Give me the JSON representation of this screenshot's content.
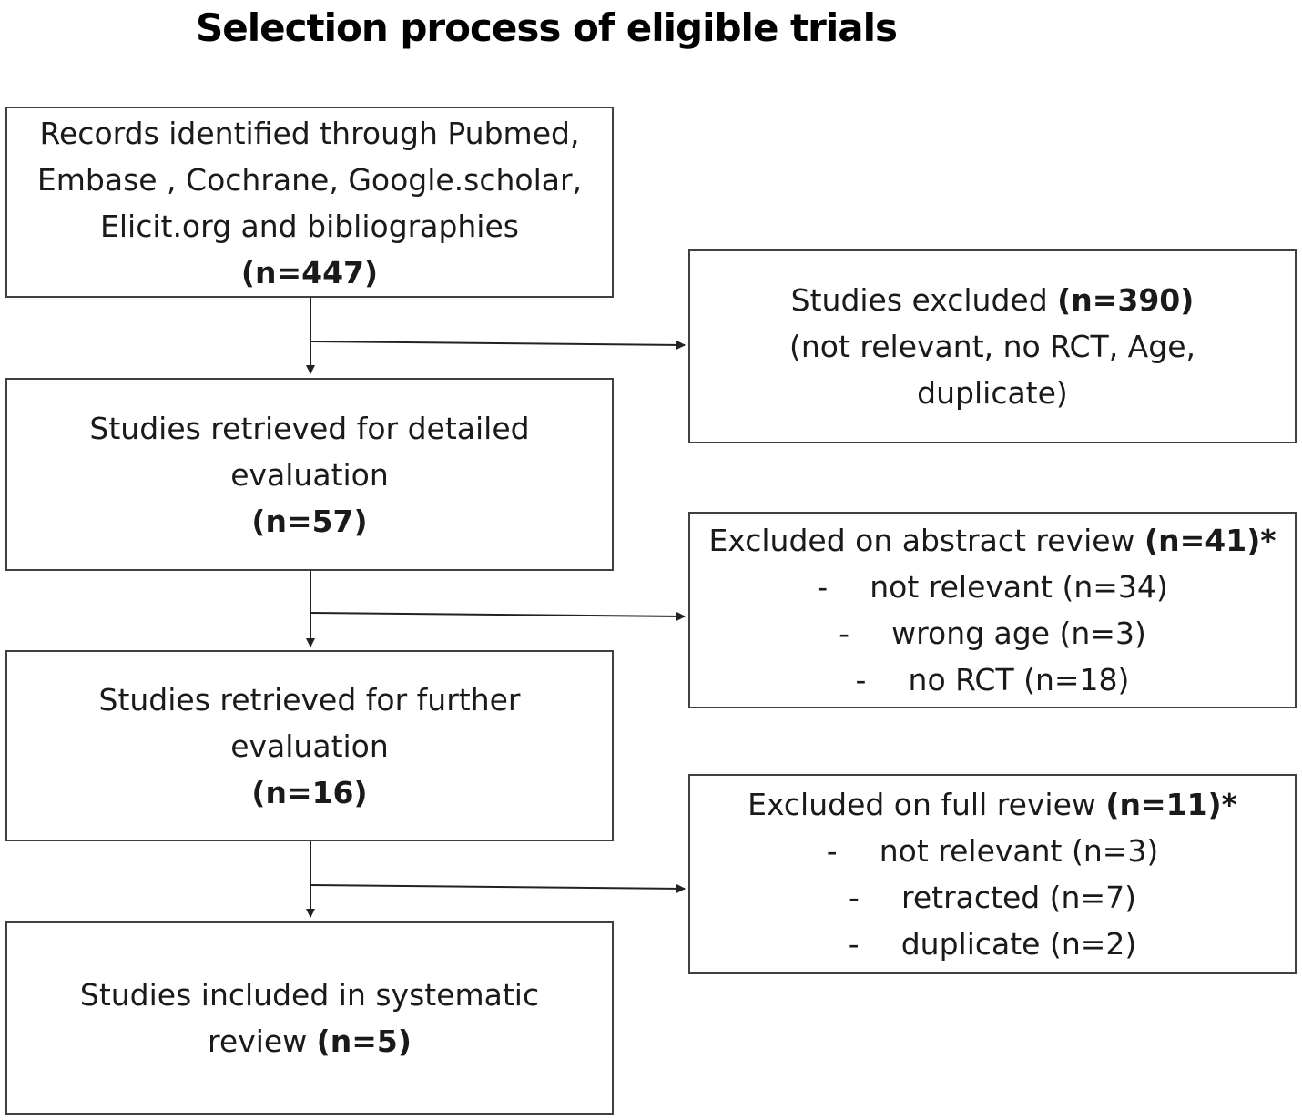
{
  "title": "Selection process of eligible trials",
  "main_boxes": [
    {
      "lines": [
        "Records identified through Pubmed,",
        "Embase , Cochrane, Google.scholar,",
        "Elicit.org and  bibliographies"
      ],
      "count": "(n=447)"
    },
    {
      "lines": [
        "Studies retrieved  for detailed",
        "evaluation"
      ],
      "count": "(n=57)"
    },
    {
      "lines": [
        "Studies retrieved  for further",
        "evaluation"
      ],
      "count": "(n=16)"
    },
    {
      "lines": [
        "Studies included  in systematic"
      ],
      "last_line_text": "review ",
      "count": "(n=5)"
    }
  ],
  "exclusion_boxes": [
    {
      "heading": "Studies excluded ",
      "count": "(n=390)",
      "lines": [
        "(not relevant, no RCT, Age,",
        "duplicate)"
      ]
    },
    {
      "heading": "Excluded on abstract review ",
      "count": "(n=41)*",
      "dash": "-",
      "items": [
        "not relevant (n=34)",
        "wrong age (n=3)",
        "no RCT (n=18)"
      ]
    },
    {
      "heading": "Excluded on full review ",
      "count": "(n=11)*",
      "dash": "-",
      "items": [
        "not relevant  (n=3)",
        "retracted  (n=7)",
        "duplicate  (n=2)"
      ]
    }
  ]
}
